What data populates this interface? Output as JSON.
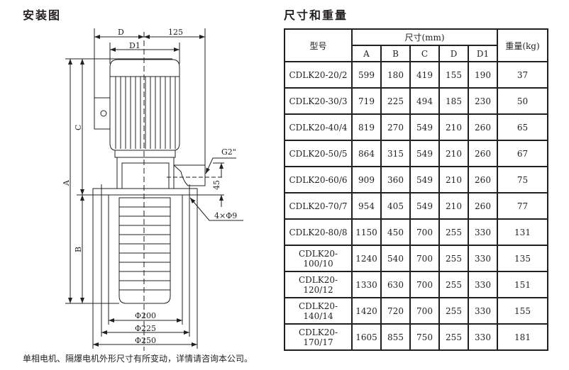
{
  "install": {
    "title": "安装图"
  },
  "drawing": {
    "labels": {
      "D": "D",
      "w125": "125",
      "D1": "D1",
      "A": "A",
      "B": "B",
      "C": "C",
      "G2": "G2\"",
      "h45": "45",
      "holes": "4×Φ9",
      "p200": "Φ200",
      "p225": "Φ225",
      "p250": "Φ250"
    }
  },
  "dims": {
    "title": "尺寸和重量",
    "headers": {
      "model": "型号",
      "size": "尺寸(mm)",
      "weight": "重量(kg)",
      "cols": [
        "A",
        "B",
        "C",
        "D",
        "D1"
      ]
    },
    "rows": [
      [
        "CDLK20-20/2",
        "599",
        "180",
        "419",
        "155",
        "190",
        "37"
      ],
      [
        "CDLK20-30/3",
        "719",
        "225",
        "494",
        "185",
        "230",
        "50"
      ],
      [
        "CDLK20-40/4",
        "819",
        "270",
        "549",
        "210",
        "260",
        "65"
      ],
      [
        "CDLK20-50/5",
        "864",
        "315",
        "549",
        "210",
        "260",
        "67"
      ],
      [
        "CDLK20-60/6",
        "909",
        "360",
        "549",
        "210",
        "260",
        "75"
      ],
      [
        "CDLK20-70/7",
        "954",
        "405",
        "549",
        "210",
        "260",
        "77"
      ],
      [
        "CDLK20-80/8",
        "1150",
        "450",
        "700",
        "255",
        "330",
        "131"
      ],
      [
        "CDLK20-100/10",
        "1240",
        "540",
        "700",
        "255",
        "330",
        "135"
      ],
      [
        "CDLK20-120/12",
        "1330",
        "630",
        "700",
        "255",
        "330",
        "151"
      ],
      [
        "CDLK20-140/14",
        "1420",
        "720",
        "700",
        "255",
        "330",
        "155"
      ],
      [
        "CDLK20-170/17",
        "1605",
        "855",
        "750",
        "255",
        "330",
        "181"
      ]
    ]
  },
  "note": "单相电机、隔爆电机外形尺寸有所变动，详情请咨询本公司。"
}
